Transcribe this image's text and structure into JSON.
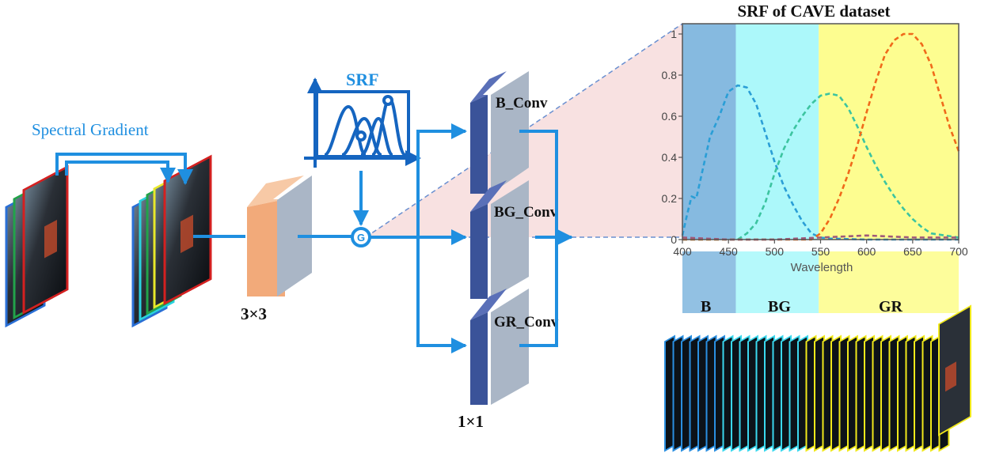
{
  "spectral_gradient_label": "Spectral Gradient",
  "srf_label": "SRF",
  "kernel_3x3_label": "3×3",
  "kernel_1x1_label": "1×1",
  "gate_label": "G",
  "conv_labels": [
    "B_Conv",
    "BG_Conv",
    "GR_Conv"
  ],
  "band_labels": [
    "B",
    "BG",
    "GR"
  ],
  "colors": {
    "arrow": "#1f8fe0",
    "srf_icon": "#1565c0",
    "b_region": "#7fb6de",
    "bg_region": "#a8f8fa",
    "gr_region": "#fdfd8a",
    "pink_zoom": "#f7dcdc",
    "orange_block": "#f2aa7a",
    "conv_dark": "#3a5399",
    "conv_light": "#aab6c6"
  },
  "chart_data": {
    "type": "line",
    "title": "SRF of CAVE dataset",
    "xlabel": "Wavelength",
    "ylabel": "",
    "xlim": [
      400,
      700
    ],
    "ylim": [
      0,
      1.05
    ],
    "x_ticks": [
      400,
      450,
      500,
      550,
      600,
      650,
      700
    ],
    "y_ticks": [
      0,
      0.2,
      0.4,
      0.6,
      0.8,
      1
    ],
    "y_tick_labels": [
      "0",
      "0.2",
      "0.4",
      "0.6",
      "0.8",
      "1"
    ],
    "regions": [
      {
        "label": "B",
        "from": 400,
        "to": 458,
        "color": "#7fb6de"
      },
      {
        "label": "BG",
        "from": 458,
        "to": 548,
        "color": "#a8f8fa"
      },
      {
        "label": "GR",
        "from": 548,
        "to": 700,
        "color": "#fdfd8a"
      }
    ],
    "series": [
      {
        "color": "#2a9ed6",
        "dash": "6,4",
        "x": [
          400,
          405,
          410,
          415,
          420,
          430,
          440,
          450,
          460,
          470,
          480,
          490,
          500,
          510,
          520,
          530,
          540,
          550,
          560,
          600,
          700
        ],
        "y": [
          0.02,
          0.12,
          0.21,
          0.2,
          0.3,
          0.5,
          0.6,
          0.72,
          0.75,
          0.74,
          0.66,
          0.52,
          0.38,
          0.26,
          0.17,
          0.09,
          0.03,
          0.01,
          0.005,
          0.0,
          0.0
        ]
      },
      {
        "color": "#3cc4a0",
        "dash": "6,4",
        "x": [
          400,
          460,
          470,
          480,
          490,
          500,
          510,
          520,
          530,
          540,
          550,
          560,
          570,
          580,
          590,
          600,
          610,
          620,
          630,
          640,
          650,
          660,
          670,
          700
        ],
        "y": [
          0.0,
          0.0,
          0.03,
          0.08,
          0.18,
          0.32,
          0.44,
          0.53,
          0.6,
          0.66,
          0.7,
          0.71,
          0.7,
          0.64,
          0.55,
          0.45,
          0.36,
          0.28,
          0.21,
          0.15,
          0.1,
          0.06,
          0.03,
          0.01
        ]
      },
      {
        "color": "#f06a1a",
        "dash": "6,4",
        "x": [
          400,
          540,
          550,
          560,
          570,
          580,
          590,
          600,
          610,
          620,
          630,
          640,
          650,
          660,
          670,
          680,
          690,
          700
        ],
        "y": [
          0.0,
          0.0,
          0.03,
          0.1,
          0.2,
          0.32,
          0.46,
          0.62,
          0.77,
          0.9,
          0.97,
          1.0,
          1.0,
          0.95,
          0.85,
          0.7,
          0.55,
          0.43
        ]
      },
      {
        "color": "#a05a7a",
        "dash": "6,4",
        "x": [
          400,
          450,
          500,
          550,
          600,
          650,
          700
        ],
        "y": [
          0.01,
          0.0,
          0.0,
          0.01,
          0.02,
          0.01,
          0.01
        ]
      }
    ]
  }
}
